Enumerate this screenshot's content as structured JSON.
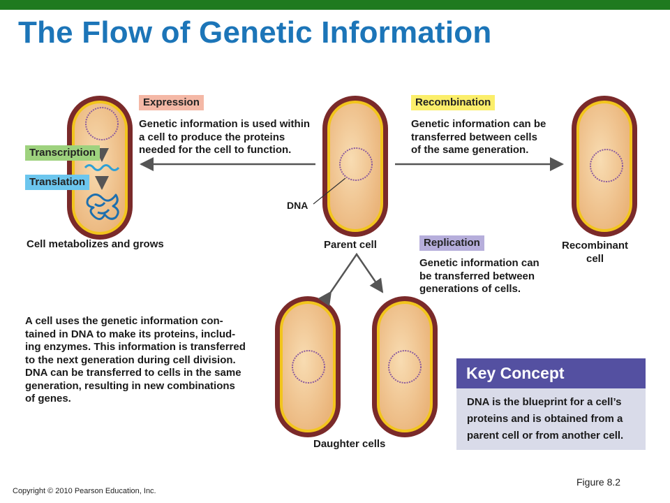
{
  "title": "The Flow of Genetic Information",
  "labels": {
    "expression": "Expression",
    "recombination": "Recombination",
    "replication": "Replication",
    "transcription": "Transcription",
    "translation": "Translation"
  },
  "descriptions": {
    "expression": [
      "Genetic information is used within",
      "a cell to produce the proteins",
      "needed for the cell to function."
    ],
    "recombination": [
      "Genetic information can be",
      "transferred between cells",
      "of the same generation."
    ],
    "replication": [
      "Genetic information can",
      "be transferred between",
      "generations of cells."
    ],
    "main": [
      "A cell uses the genetic information con-",
      "tained in DNA to make its proteins, includ-",
      "ing enzymes. This information is transferred",
      "to the next generation during cell division.",
      "DNA can be transferred to cells in the same",
      "generation, resulting in new combinations",
      "of genes."
    ]
  },
  "captions": {
    "metabolizes": "Cell metabolizes and grows",
    "parent": "Parent cell",
    "recombinant": [
      "Recombinant",
      "cell"
    ],
    "daughter": "Daughter cells",
    "dna": "DNA"
  },
  "key_concept": {
    "heading": "Key Concept",
    "lines": [
      "DNA is the blueprint for a cell’s",
      "proteins and is obtained from a",
      "parent cell or from another cell."
    ]
  },
  "footer": {
    "copyright": "Copyright © 2010 Pearson Education, Inc.",
    "figure": "Figure 8.2"
  },
  "colors": {
    "title": "#1c75b8",
    "topbar": "#1f7a1f",
    "cell_wall": "#7a2a2a",
    "cell_membrane": "#f2c51d",
    "cytoplasm": "#f2c894",
    "dna": "#8a5a9e",
    "mrna": "#2ea0d6",
    "protein": "#1d6fae",
    "key_header": "#5450a1",
    "key_body": "#d9dbe9"
  }
}
